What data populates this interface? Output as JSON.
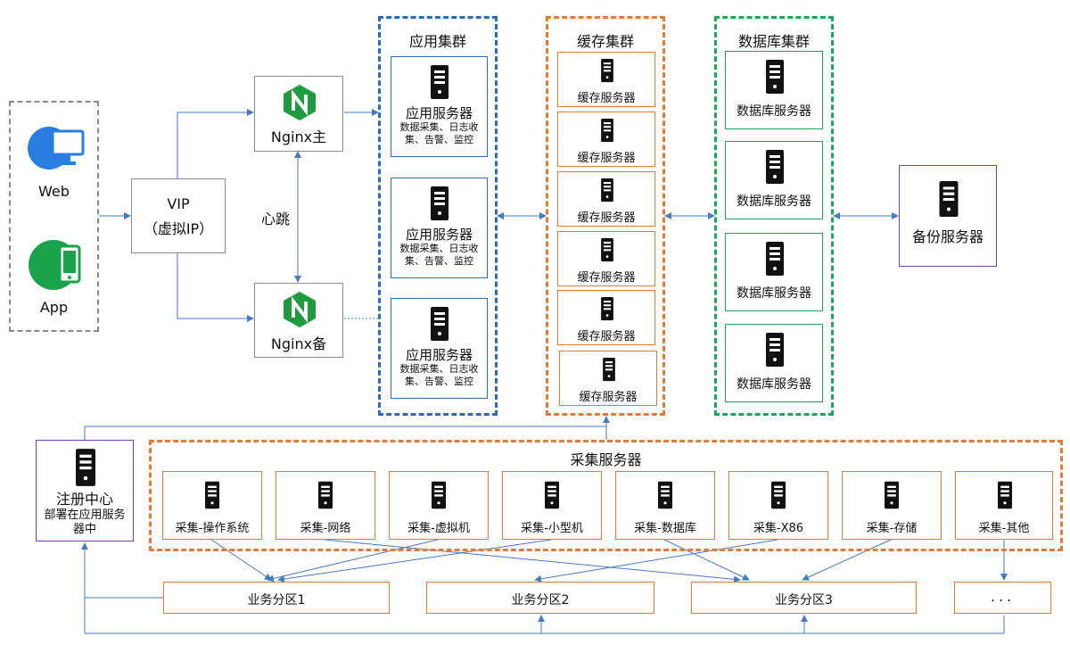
{
  "clients": {
    "web_label": "Web",
    "app_label": "App"
  },
  "vip": {
    "line1": "VIP",
    "line2": "（虚拟IP）"
  },
  "nginx": {
    "master_label": "Nginx主",
    "backup_label": "Nginx备",
    "heartbeat_label": "心跳"
  },
  "app_cluster": {
    "title": "应用集群",
    "servers": [
      {
        "name": "应用服务器",
        "desc1": "数据采集、日志收",
        "desc2": "集、告警、监控"
      },
      {
        "name": "应用服务器",
        "desc1": "数据采集、日志收",
        "desc2": "集、告警、监控"
      },
      {
        "name": "应用服务器",
        "desc1": "数据采集、日志收",
        "desc2": "集、告警、监控"
      }
    ]
  },
  "cache_cluster": {
    "title": "缓存集群",
    "servers": [
      "缓存服务器",
      "缓存服务器",
      "缓存服务器",
      "缓存服务器",
      "缓存服务器",
      "缓存服务器"
    ]
  },
  "db_cluster": {
    "title": "数据库集群",
    "servers": [
      "数据库服务器",
      "数据库服务器",
      "数据库服务器",
      "数据库服务器"
    ]
  },
  "backup": {
    "label": "备份服务器"
  },
  "registry": {
    "title": "注册中心",
    "desc1": "部署在应用服务",
    "desc2": "器中"
  },
  "collectors": {
    "title": "采集服务器",
    "items": [
      "采集-操作系统",
      "采集-网络",
      "采集-虚拟机",
      "采集-小型机",
      "采集-数据库",
      "采集-X86",
      "采集-存储",
      "采集-其他"
    ]
  },
  "zones": [
    "业务分区1",
    "业务分区2",
    "业务分区3",
    "..."
  ],
  "colors": {
    "blue": "#2f6ab5",
    "orange": "#e07b39",
    "green": "#20a65a",
    "purple": "#7a3fa0",
    "nginx": "#1f9a3e",
    "client": "#2a7de1",
    "app_icon": "#1aa34a"
  }
}
